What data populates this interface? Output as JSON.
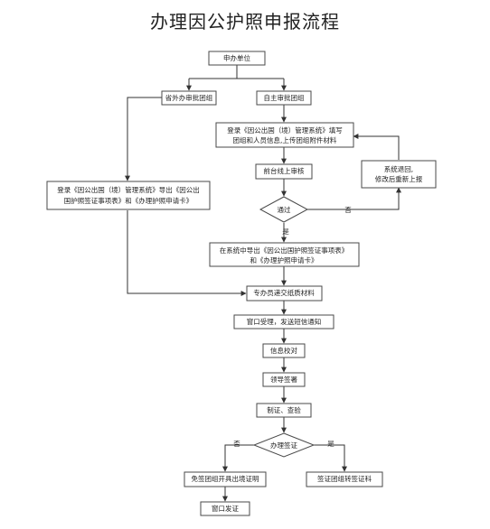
{
  "title": "办理因公护照申报流程",
  "nodes": {
    "start": "申办单位",
    "left_branch": "省外办审批团组",
    "right_branch": "自主审批团组",
    "login_fill_1": "登录《因公出国（境）管理系统》填写",
    "login_fill_2": "团组和人员信息,上传团组附件材料",
    "frontdesk_review": "前台线上审核",
    "pass_decision": "通过",
    "return_resubmit_1": "系统退回,",
    "return_resubmit_2": "修改后重新上报",
    "left_export_1": "登录《因公出国（境）管理系统》导出《因公出",
    "left_export_2": "国护照签证事项表》和《办理护照申请卡》",
    "export_1": "在系统中导出《因公出国护照签证事项表》",
    "export_2": "和《办理护照申请卡》",
    "submit_paper": "专办员递交纸质材料",
    "window_accept": "窗口受理，发送短信通知",
    "info_check": "信息校对",
    "leader_sign": "领导签署",
    "make_check": "制证、查验",
    "visa_decision": "办理签证",
    "no_visa": "免签团组开具出境证明",
    "visa_transfer": "签证团组转签证科",
    "window_issue": "窗口发证"
  },
  "edge_labels": {
    "no_1": "否",
    "yes_1": "是",
    "no_2": "否",
    "yes_2": "是"
  }
}
